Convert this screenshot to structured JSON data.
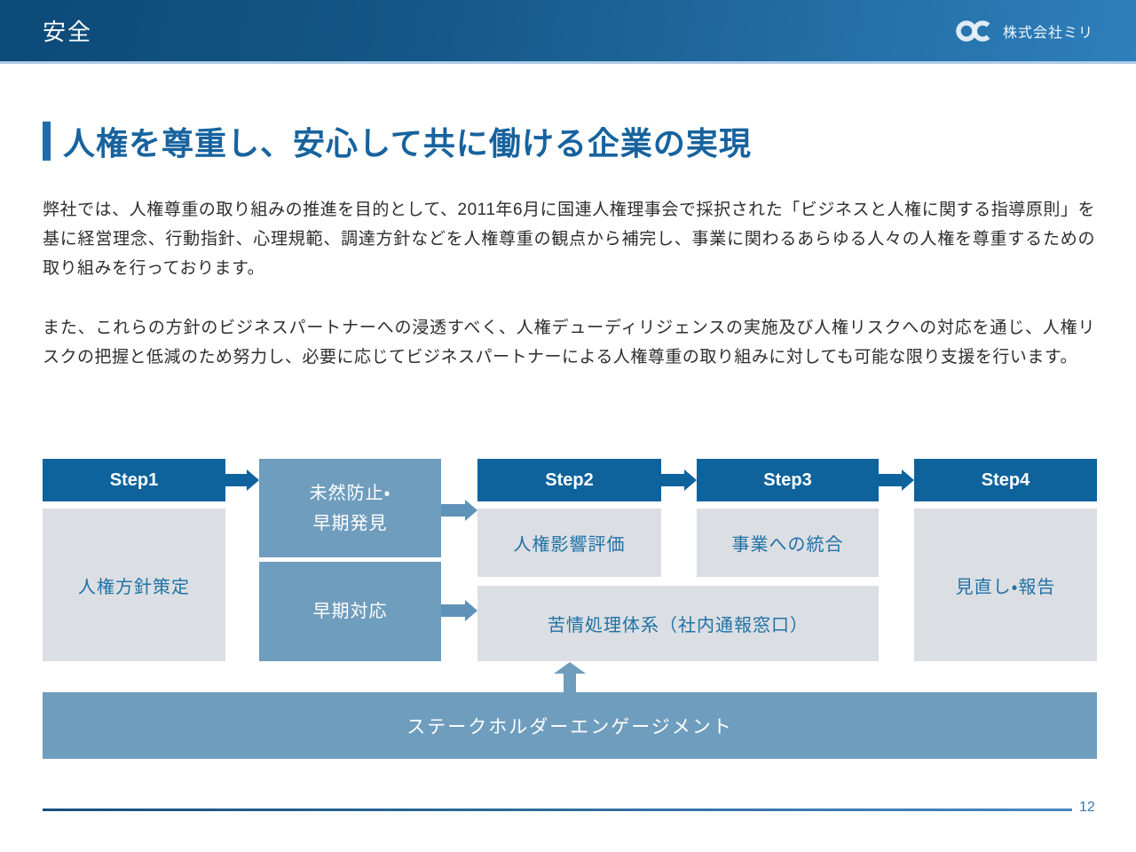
{
  "header": {
    "title": "安全",
    "logo_text": "株式会社ミリ"
  },
  "page": {
    "title": "人権を尊重し、安心して共に働ける企業の実現",
    "paragraph1": "弊社では、人権尊重の取り組みの推進を目的として、2011年6月に国連人権理事会で採択された「ビジネスと人権に関する指導原則」を基に経営理念、行動指針、心理規範、調達方針などを人権尊重の観点から補完し、事業に関わるあらゆる人々の人権を尊重するための取り組みを行っております。",
    "paragraph2": "また、これらの方針のビジネスパートナーへの浸透すべく、人権デューディリジェンスの実施及び人権リスクへの対応を通じ、人権リスクの把握と低減のため努力し、必要に応じてビジネスパートナーによる人権尊重の取り組みに対しても可能な限り支援を行います。"
  },
  "diagram": {
    "steps": [
      {
        "label": "Step1",
        "box": "人権方針策定"
      },
      {
        "label": "Step2",
        "box": "人権影響評価"
      },
      {
        "label": "Step3",
        "box": "事業への統合"
      },
      {
        "label": "Step4",
        "box": "見直し・報告"
      }
    ],
    "mitigation_box": "未然防止・\n早期発見",
    "response_box": "早期対応",
    "grievance_box": "苦情処理体系（社内通報窓口）",
    "stakeholder_band": "ステークホルダーエンゲージメント"
  },
  "footer": {
    "page_number": "12"
  },
  "colors": {
    "header_gradient_start": "#0c4a78",
    "header_gradient_end": "#2e7fbc",
    "step_header_blue": "#0e639c",
    "mid_blue_box": "#6f9dbe",
    "mid_blue_arrow": "#5f92b8",
    "light_gray_box": "#dbdee3",
    "box_text_blue": "#2072a5",
    "title_blue": "#17639e",
    "footer_line_blue": "#3a77ad"
  }
}
